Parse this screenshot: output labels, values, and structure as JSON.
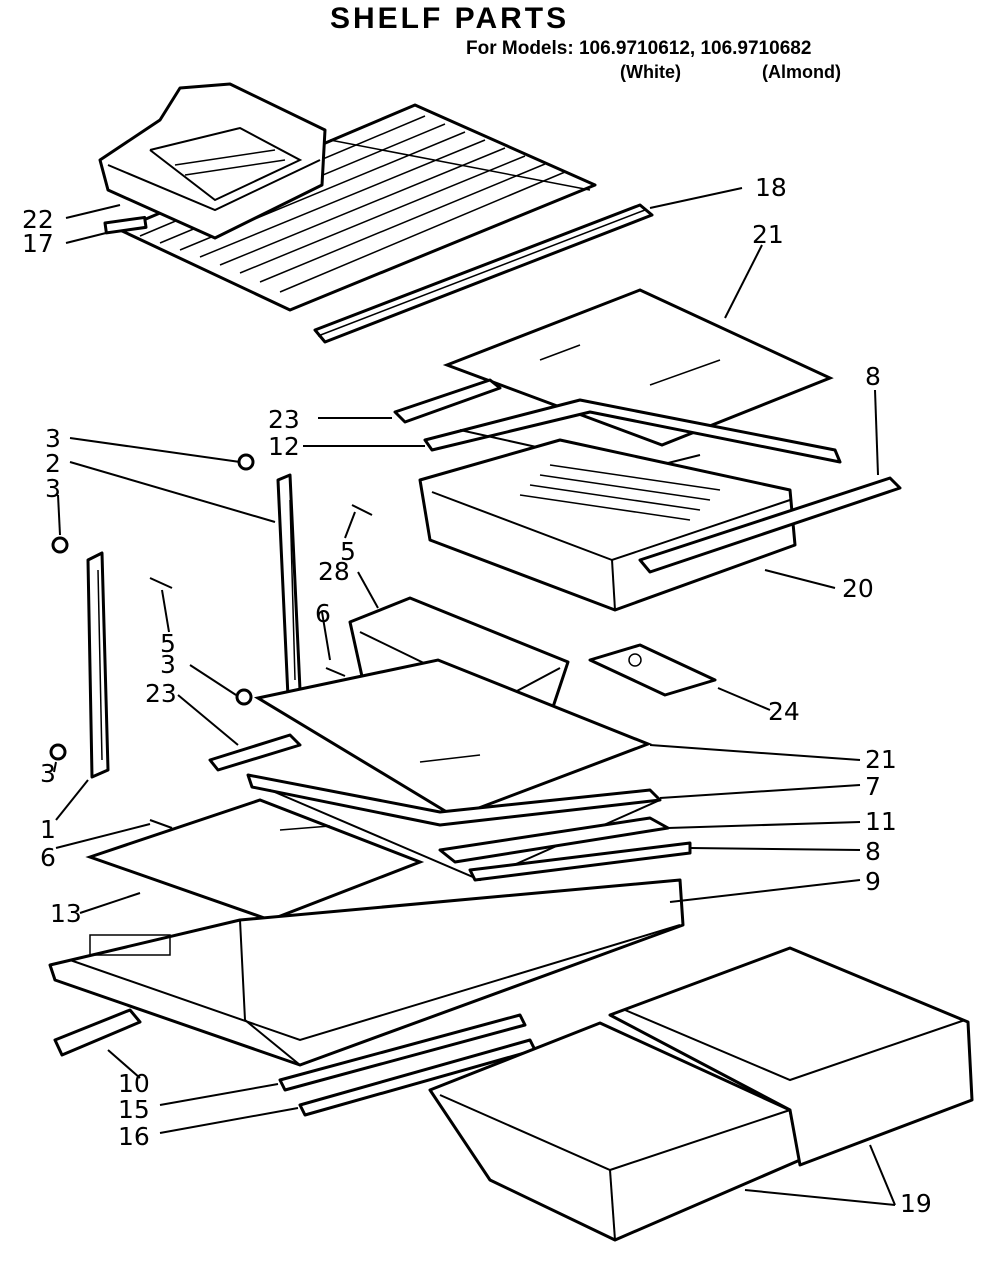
{
  "header": {
    "title": "SHELF PARTS",
    "models_line": "For Models: 106.9710612, 106.9710682",
    "variant_white": "(White)",
    "variant_almond": "(Almond)"
  },
  "callouts": [
    {
      "id": "c22",
      "label": "22"
    },
    {
      "id": "c17",
      "label": "17"
    },
    {
      "id": "c18",
      "label": "18"
    },
    {
      "id": "c21a",
      "label": "21"
    },
    {
      "id": "c8a",
      "label": "8"
    },
    {
      "id": "c23a",
      "label": "23"
    },
    {
      "id": "c12",
      "label": "12"
    },
    {
      "id": "c3a",
      "label": "3"
    },
    {
      "id": "c2",
      "label": "2"
    },
    {
      "id": "c3b",
      "label": "3"
    },
    {
      "id": "c5a",
      "label": "5"
    },
    {
      "id": "c5b",
      "label": "5"
    },
    {
      "id": "c28",
      "label": "28"
    },
    {
      "id": "c6a",
      "label": "6"
    },
    {
      "id": "c20",
      "label": "20"
    },
    {
      "id": "c3c",
      "label": "3"
    },
    {
      "id": "c23b",
      "label": "23"
    },
    {
      "id": "c24",
      "label": "24"
    },
    {
      "id": "c21b",
      "label": "21"
    },
    {
      "id": "c3d",
      "label": "3"
    },
    {
      "id": "c7",
      "label": "7"
    },
    {
      "id": "c1",
      "label": "1"
    },
    {
      "id": "c6b",
      "label": "6"
    },
    {
      "id": "c11",
      "label": "11"
    },
    {
      "id": "c8b",
      "label": "8"
    },
    {
      "id": "c13",
      "label": "13"
    },
    {
      "id": "c9",
      "label": "9"
    },
    {
      "id": "c10",
      "label": "10"
    },
    {
      "id": "c15",
      "label": "15"
    },
    {
      "id": "c16",
      "label": "16"
    },
    {
      "id": "c19",
      "label": "19"
    }
  ]
}
